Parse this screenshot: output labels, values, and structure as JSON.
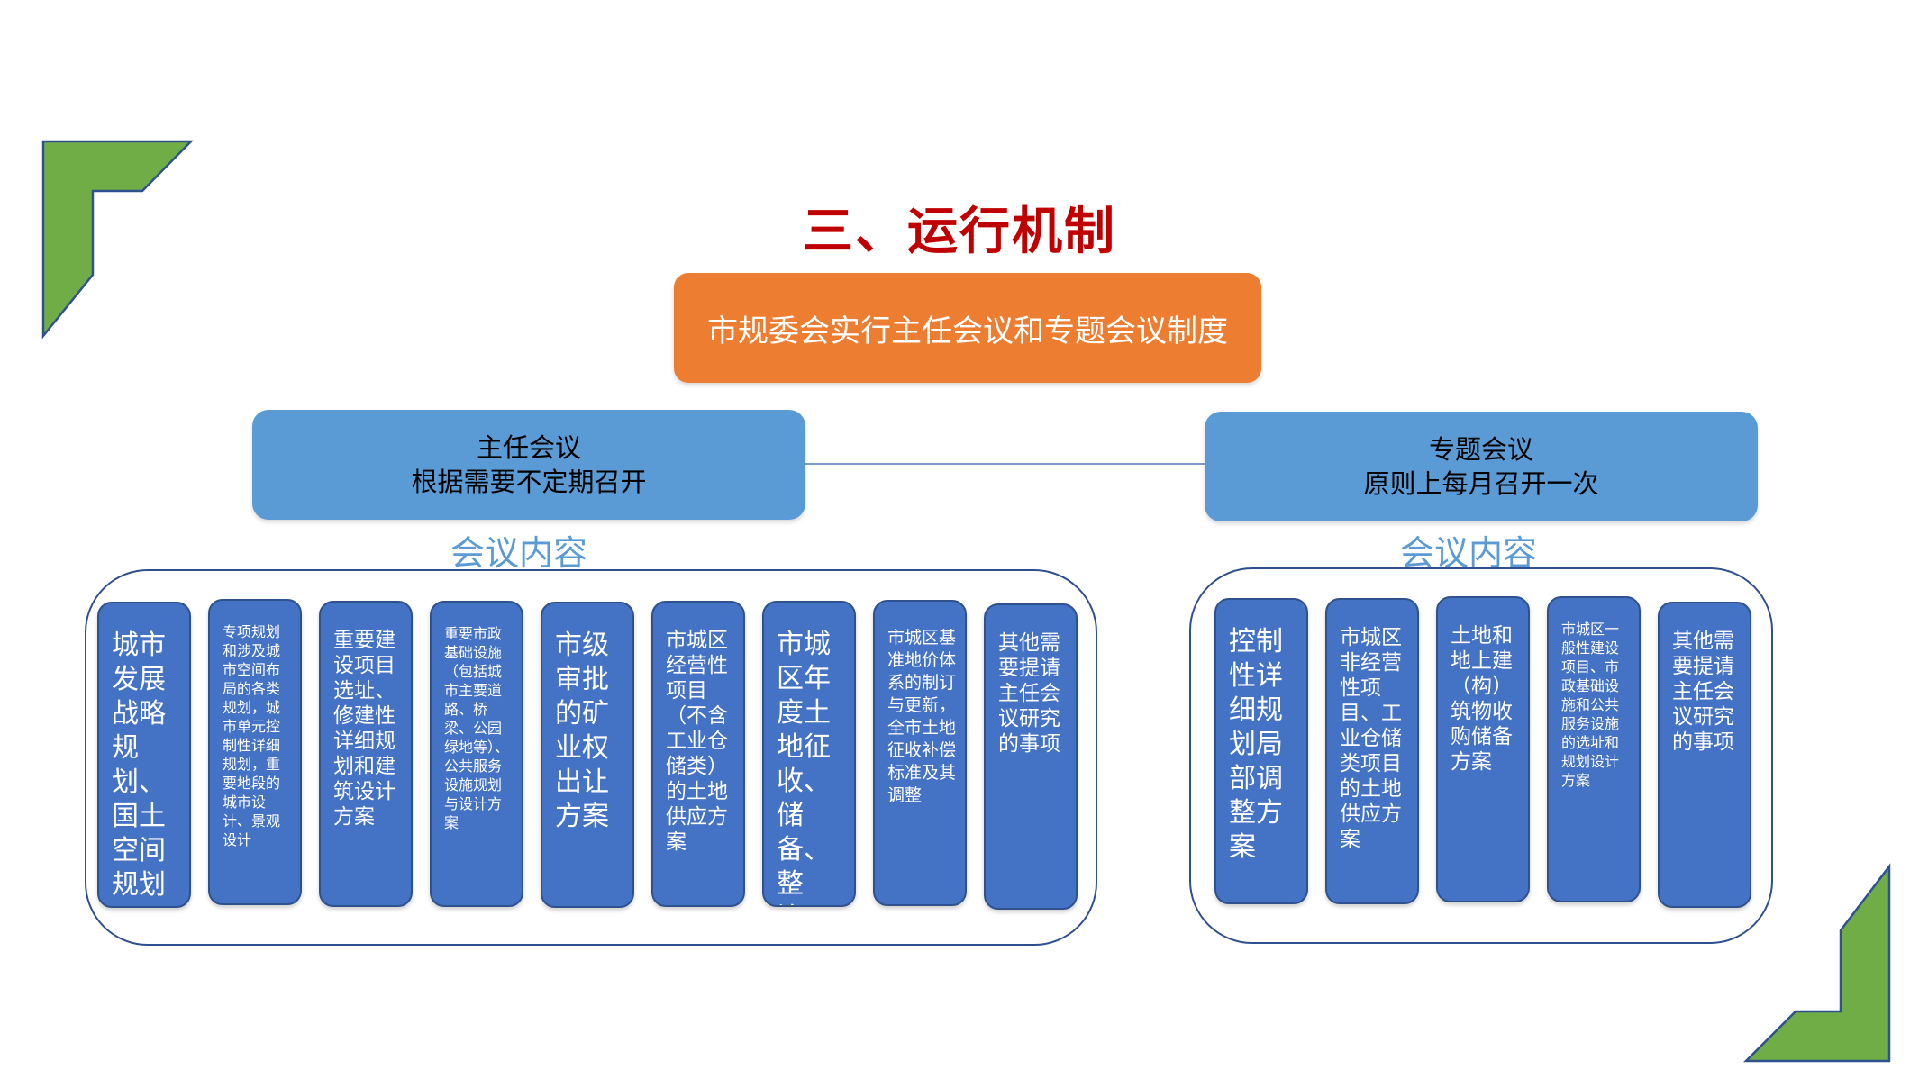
{
  "title": "三、运行机制",
  "root": "市规委会实行主任会议和专题会议制度",
  "colors": {
    "title_red": "#c00000",
    "root_orange": "#ed7d31",
    "mid_blue": "#5b9bd5",
    "card_blue": "#4472c4",
    "corner_green": "#70ad47"
  },
  "left": {
    "name": "主任会议",
    "schedule": "根据需要不定期召开",
    "content_label": "会议内容",
    "items": [
      "城市发展战略规划、国土空间规划",
      "专项规划和涉及城市空间布局的各类规划，城市单元控制性详细规划，重要地段的城市设计、景观设计",
      "重要建设项目选址、修建性详细规划和建筑设计方案",
      "重要市政基础设施（包括城市主要道路、桥梁、公园绿地等）、公共服务设施规划与设计方案",
      "市级审批的矿业权出让方案",
      "市城区经营性项目（不含工业仓储类）的土地供应方案",
      "市城区年度土地征收、储备、整治、供应计划",
      "市城区基准地价体系的制订与更新，全市土地征收补偿标准及其调整",
      "其他需要提请主任会议研究的事项"
    ]
  },
  "right": {
    "name": "专题会议",
    "schedule": "原则上每月召开一次",
    "content_label": "会议内容",
    "items": [
      "控制性详细规划局部调整方案",
      "市城区非经营性项目、工业仓储类项目的土地供应方案",
      "土地和地上建（构）筑物收购储备方案",
      "市城区一般性建设项目、市政基础设施和公共服务设施的选址和规划设计方案",
      "其他需要提请主任会议研究的事项"
    ]
  }
}
